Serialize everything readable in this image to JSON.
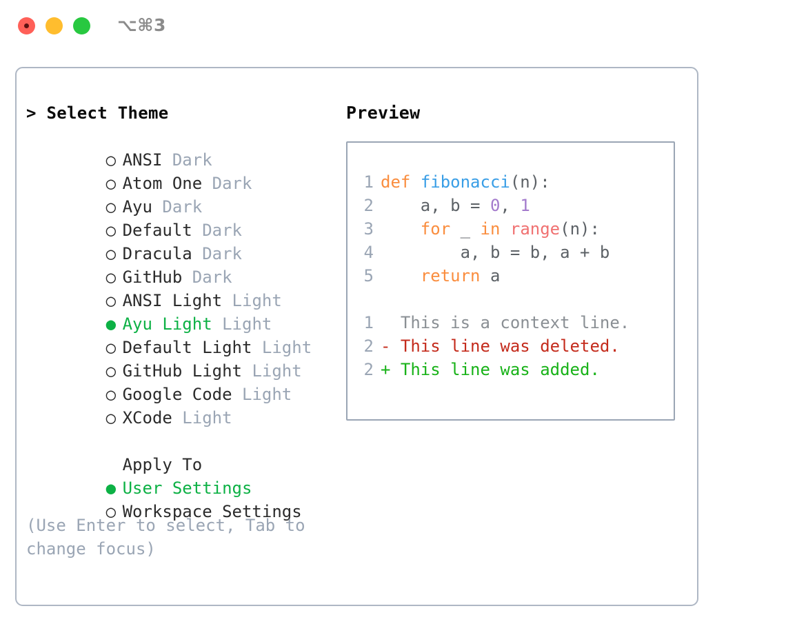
{
  "titlebar": {
    "shortcut": "⌥⌘3",
    "buttons": [
      {
        "name": "close",
        "color": "#ff6058"
      },
      {
        "name": "minimize",
        "color": "#ffbd2e"
      },
      {
        "name": "maximize",
        "color": "#28c840"
      }
    ]
  },
  "colors": {
    "accent_green": "#0db145",
    "muted": "#9aa5b4",
    "text": "#2b2b2b",
    "border": "#aeb7c4",
    "keyword": "#fa8d3e",
    "function": "#399ee6",
    "number": "#a37acc",
    "builtin": "#f07171",
    "diff_deleted": "#c42b1c",
    "diff_added": "#18b218"
  },
  "theme_section": {
    "header": "> Select Theme",
    "items": [
      {
        "marker": "○",
        "name": "ANSI",
        "category": "Dark",
        "selected": false
      },
      {
        "marker": "○",
        "name": "Atom One",
        "category": "Dark",
        "selected": false
      },
      {
        "marker": "○",
        "name": "Ayu",
        "category": "Dark",
        "selected": false
      },
      {
        "marker": "○",
        "name": "Default",
        "category": "Dark",
        "selected": false
      },
      {
        "marker": "○",
        "name": "Dracula",
        "category": "Dark",
        "selected": false
      },
      {
        "marker": "○",
        "name": "GitHub",
        "category": "Dark",
        "selected": false
      },
      {
        "marker": "○",
        "name": "ANSI Light",
        "category": "Light",
        "selected": false
      },
      {
        "marker": "●",
        "name": "Ayu Light",
        "category": "Light",
        "selected": true
      },
      {
        "marker": "○",
        "name": "Default Light",
        "category": "Light",
        "selected": false
      },
      {
        "marker": "○",
        "name": "GitHub Light",
        "category": "Light",
        "selected": false
      },
      {
        "marker": "○",
        "name": "Google Code",
        "category": "Light",
        "selected": false
      },
      {
        "marker": "○",
        "name": "XCode",
        "category": "Light",
        "selected": false
      }
    ]
  },
  "apply_section": {
    "header": "Apply To",
    "options": [
      {
        "marker": "●",
        "name": "User Settings",
        "selected": true
      },
      {
        "marker": "○",
        "name": "Workspace Settings",
        "selected": false
      }
    ]
  },
  "hint": "(Use Enter to select, Tab to change focus)",
  "preview": {
    "title": "Preview",
    "code_lines": [
      {
        "number": "1",
        "tokens": [
          {
            "t": "def",
            "c": "kw"
          },
          {
            "t": " ",
            "c": "pn"
          },
          {
            "t": "fibonacci",
            "c": "fn"
          },
          {
            "t": "(n):",
            "c": "pn"
          }
        ]
      },
      {
        "number": "2",
        "tokens": [
          {
            "t": "    a, b = ",
            "c": "pn"
          },
          {
            "t": "0",
            "c": "num"
          },
          {
            "t": ", ",
            "c": "pn"
          },
          {
            "t": "1",
            "c": "num"
          }
        ]
      },
      {
        "number": "3",
        "tokens": [
          {
            "t": "    ",
            "c": "pn"
          },
          {
            "t": "for",
            "c": "kw"
          },
          {
            "t": " _ ",
            "c": "pn"
          },
          {
            "t": "in",
            "c": "kw"
          },
          {
            "t": " ",
            "c": "pn"
          },
          {
            "t": "range",
            "c": "bi"
          },
          {
            "t": "(n):",
            "c": "pn"
          }
        ]
      },
      {
        "number": "4",
        "tokens": [
          {
            "t": "        a, b = b, a + b",
            "c": "pn"
          }
        ]
      },
      {
        "number": "5",
        "tokens": [
          {
            "t": "    ",
            "c": "pn"
          },
          {
            "t": "return",
            "c": "kw"
          },
          {
            "t": " a",
            "c": "pn"
          }
        ]
      }
    ],
    "diff_lines": [
      {
        "number": "1",
        "sign": " ",
        "text": " This is a context line.",
        "kind": "ctx"
      },
      {
        "number": "2",
        "sign": "-",
        "text": " This line was deleted.",
        "kind": "del"
      },
      {
        "number": "2",
        "sign": "+",
        "text": " This line was added.",
        "kind": "add"
      }
    ]
  }
}
